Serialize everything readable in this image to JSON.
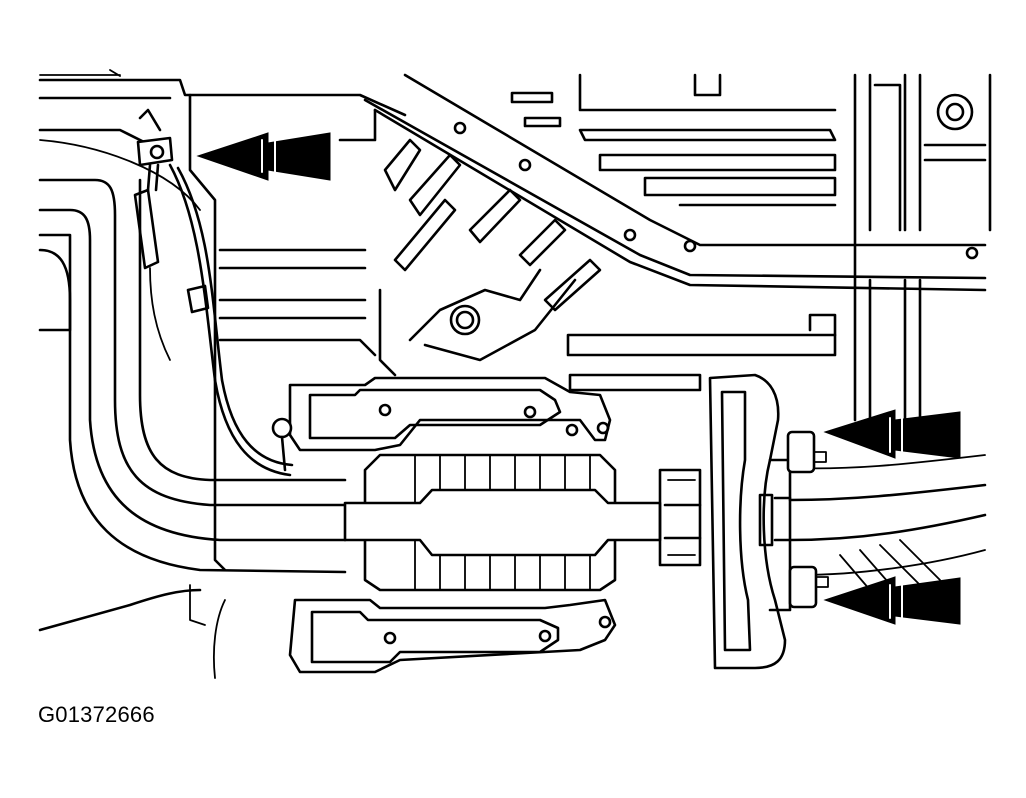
{
  "figure": {
    "caption": "G01372666",
    "background": "#ffffff",
    "stroke_color": "#000000",
    "arrows": [
      {
        "name": "arrow-hanger-upper-left",
        "direction": "left"
      },
      {
        "name": "arrow-isolator-upper-right",
        "direction": "left"
      },
      {
        "name": "arrow-isolator-lower-right",
        "direction": "left"
      }
    ],
    "icons": [
      "pointer-arrow-icon",
      "rubber-isolator-icon",
      "exhaust-hanger-icon"
    ]
  }
}
